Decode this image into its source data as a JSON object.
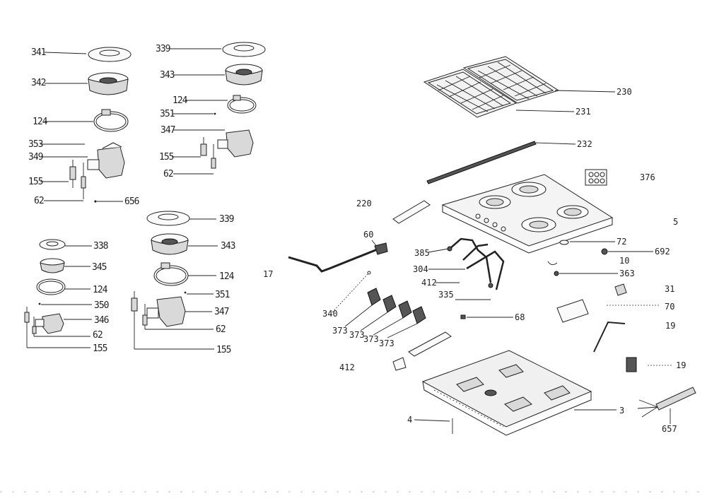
{
  "callouts": {
    "c341": "341",
    "c342": "342",
    "c124a": "124",
    "c353": "353",
    "c349": "349",
    "c155a": "155",
    "c62a": "62",
    "c656": "656",
    "c339a": "339",
    "c343a": "343",
    "c124b": "124",
    "c351a": "351",
    "c347a": "347",
    "c155b": "155",
    "c62b": "62",
    "c339b": "339",
    "c343b": "343",
    "c124c": "124",
    "c351b": "351",
    "c347b": "347",
    "c62c": "62",
    "c155c": "155",
    "c338": "338",
    "c345": "345",
    "c124d": "124",
    "c350": "350",
    "c346": "346",
    "c62d": "62",
    "c155d": "155",
    "c230": "230",
    "c231": "231",
    "c232": "232",
    "c220": "220",
    "c60": "60",
    "c72": "72",
    "c692": "692",
    "c10": "10",
    "c363": "363",
    "c68": "68",
    "c3": "3",
    "c4": "4",
    "c657": "657",
    "c340": "340",
    "c412": "412",
    "c304": "304",
    "c385": "385",
    "c335": "335",
    "c373a": "373",
    "c373b": "373",
    "c373c": "373",
    "c373d": "373",
    "c17": "17",
    "c19a": "19",
    "c19b": "19",
    "c70": "70",
    "c31": "31",
    "c5": "5",
    "c376": "376"
  }
}
